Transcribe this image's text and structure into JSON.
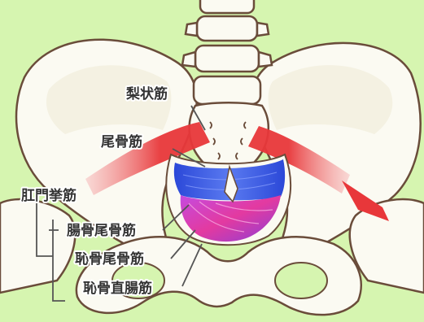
{
  "labels": {
    "piriformis": "梨状筋",
    "coccygeus": "尾骨筋",
    "levator_ani": "肛門挙筋",
    "iliococcygeus": "腸骨尾骨筋",
    "pubococcygeus": "恥骨尾骨筋",
    "puborectalis": "恥骨直腸筋"
  },
  "colors": {
    "background": "#d6f5b0",
    "bone": "#fbfaf2",
    "outline": "#6a4c3a",
    "piriformis": "#e8373a",
    "coccygeus": "#3f4fd9",
    "levator_ani": "#b23fd0"
  }
}
